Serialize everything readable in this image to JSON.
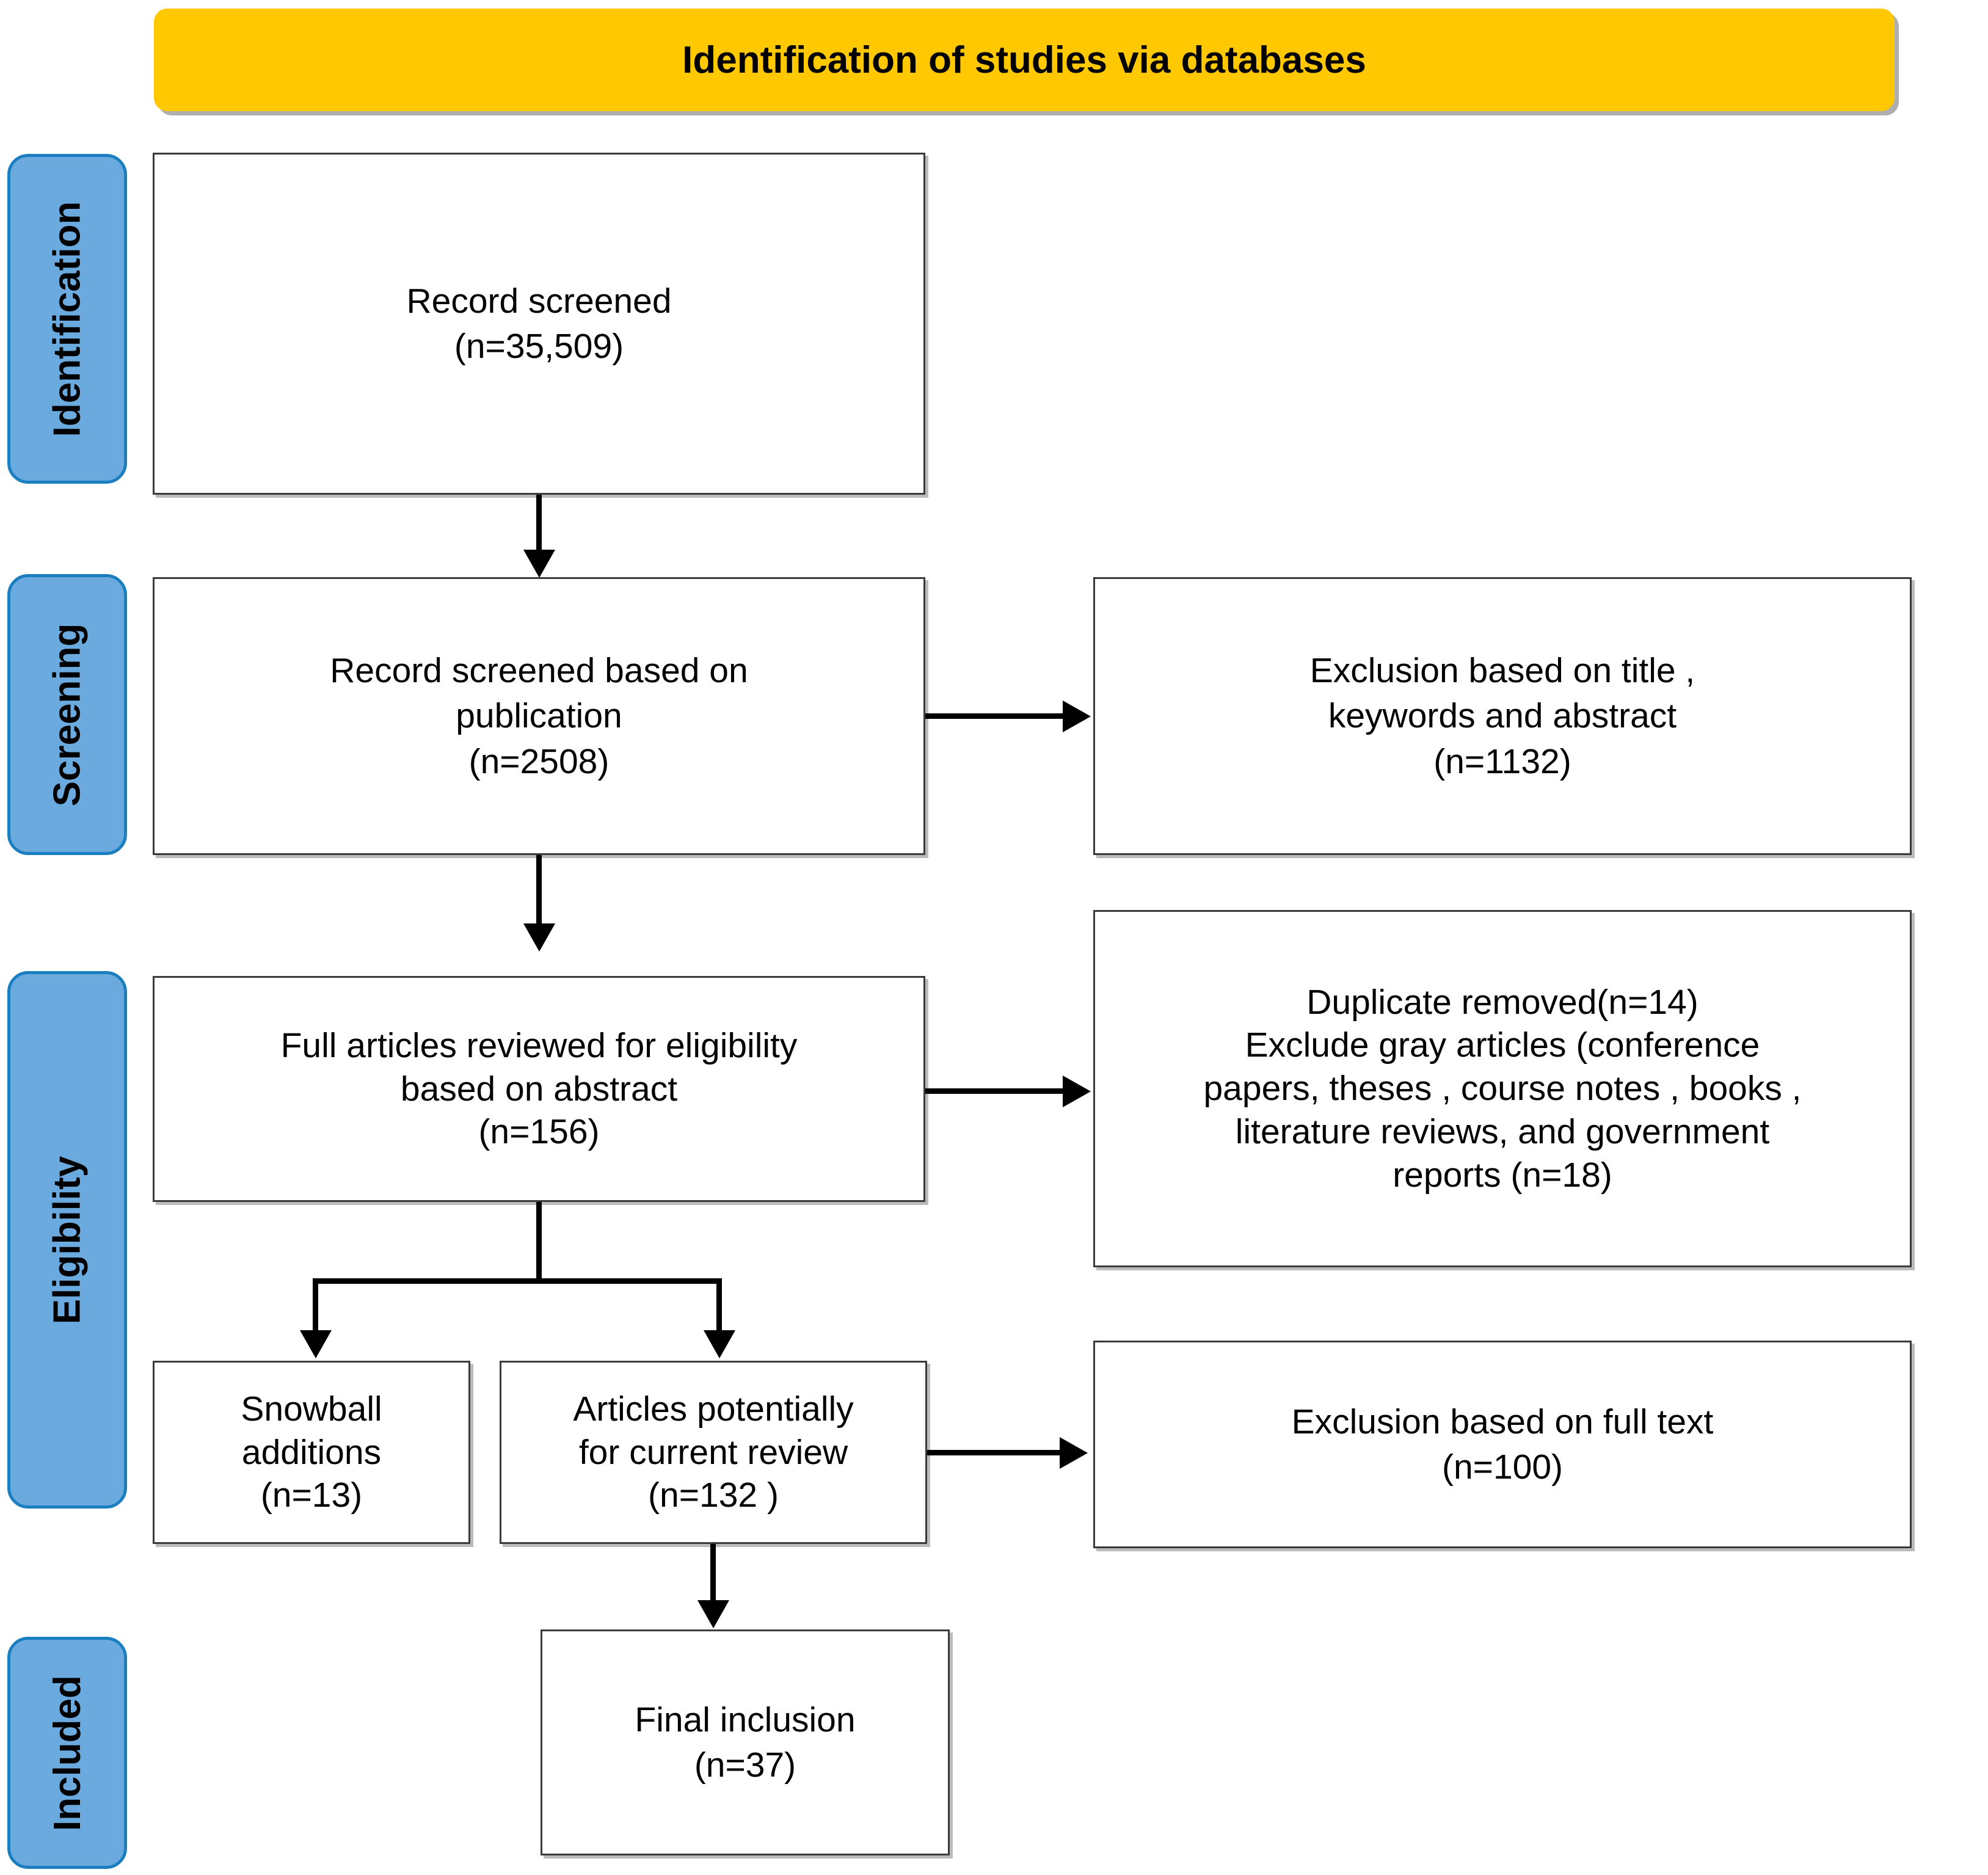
{
  "banner": {
    "title": "Identification of studies via databases",
    "background_color": "#FFC800",
    "text_color": "#000000"
  },
  "stages": [
    {
      "key": "identification",
      "label": "Identification"
    },
    {
      "key": "screening",
      "label": "Screening"
    },
    {
      "key": "eligibility",
      "label": "Eligibility"
    },
    {
      "key": "included",
      "label": "Included"
    }
  ],
  "stage_style": {
    "fill_color": "#6BAADF",
    "border_color": "#1B7FBF"
  },
  "boxes": {
    "record_screened": {
      "text": "Record screened\n(n=35,509)",
      "count_label": "n=35,509",
      "count": 35509
    },
    "record_screened_publication": {
      "text": "Record screened based on\npublication\n(n=2508)",
      "count_label": "n=2508",
      "count": 2508
    },
    "exclusion_title_keywords_abstract": {
      "text": "Exclusion based on title ,\nkeywords and abstract\n(n=1132)",
      "count_label": "n=1132",
      "count": 1132
    },
    "full_articles_reviewed": {
      "text": "Full articles reviewed for eligibility\nbased on abstract\n(n=156)",
      "count_label": "n=156",
      "count": 156
    },
    "duplicate_and_gray": {
      "text": "Duplicate removed(n=14)\nExclude gray articles (conference\npapers, theses , course notes , books ,\nliterature reviews, and government\nreports (n=18)",
      "duplicate_count_label": "n=14",
      "duplicate_count": 14,
      "gray_count_label": "n=18",
      "gray_count": 18
    },
    "snowball_additions": {
      "text": "Snowball\nadditions\n(n=13)",
      "count_label": "n=13",
      "count": 13
    },
    "articles_potentially": {
      "text": "Articles potentially\nfor current review\n(n=132 )",
      "count_label": "n=132",
      "count": 132
    },
    "exclusion_full_text": {
      "text": "Exclusion based on full text\n(n=100)",
      "count_label": "n=100",
      "count": 100
    },
    "final_inclusion": {
      "text": "Final inclusion\n(n=37)",
      "count_label": "n=37",
      "count": 37
    }
  },
  "chart_data": {
    "type": "diagram",
    "title": "Identification of studies via databases",
    "diagram_kind": "PRISMA flow diagram",
    "stages": [
      "Identification",
      "Screening",
      "Eligibility",
      "Included"
    ],
    "nodes": [
      {
        "id": "record_screened",
        "stage": "Identification",
        "label": "Record screened",
        "n": 35509
      },
      {
        "id": "record_screened_publication",
        "stage": "Screening",
        "label": "Record screened based on publication",
        "n": 2508
      },
      {
        "id": "exclusion_title_keywords_abstract",
        "stage": "Screening",
        "label": "Exclusion based on title , keywords and abstract",
        "n": 1132
      },
      {
        "id": "full_articles_reviewed",
        "stage": "Eligibility",
        "label": "Full articles reviewed for eligibility based on abstract",
        "n": 156
      },
      {
        "id": "duplicate_and_gray",
        "stage": "Eligibility",
        "label": "Duplicate removed / Exclude gray articles (conference papers, theses , course notes , books , literature reviews, and government reports",
        "n": [
          14,
          18
        ]
      },
      {
        "id": "snowball_additions",
        "stage": "Eligibility",
        "label": "Snowball additions",
        "n": 13
      },
      {
        "id": "articles_potentially",
        "stage": "Eligibility",
        "label": "Articles potentially for current review",
        "n": 132
      },
      {
        "id": "exclusion_full_text",
        "stage": "Eligibility",
        "label": "Exclusion based on full text",
        "n": 100
      },
      {
        "id": "final_inclusion",
        "stage": "Included",
        "label": "Final inclusion",
        "n": 37
      }
    ],
    "edges": [
      {
        "from": "record_screened",
        "to": "record_screened_publication",
        "direction": "down"
      },
      {
        "from": "record_screened_publication",
        "to": "exclusion_title_keywords_abstract",
        "direction": "right"
      },
      {
        "from": "record_screened_publication",
        "to": "full_articles_reviewed",
        "direction": "down"
      },
      {
        "from": "full_articles_reviewed",
        "to": "duplicate_and_gray",
        "direction": "right"
      },
      {
        "from": "full_articles_reviewed",
        "to": "snowball_additions",
        "direction": "down-split-left"
      },
      {
        "from": "full_articles_reviewed",
        "to": "articles_potentially",
        "direction": "down-split-right"
      },
      {
        "from": "articles_potentially",
        "to": "exclusion_full_text",
        "direction": "right"
      },
      {
        "from": "articles_potentially",
        "to": "final_inclusion",
        "direction": "down"
      }
    ]
  }
}
